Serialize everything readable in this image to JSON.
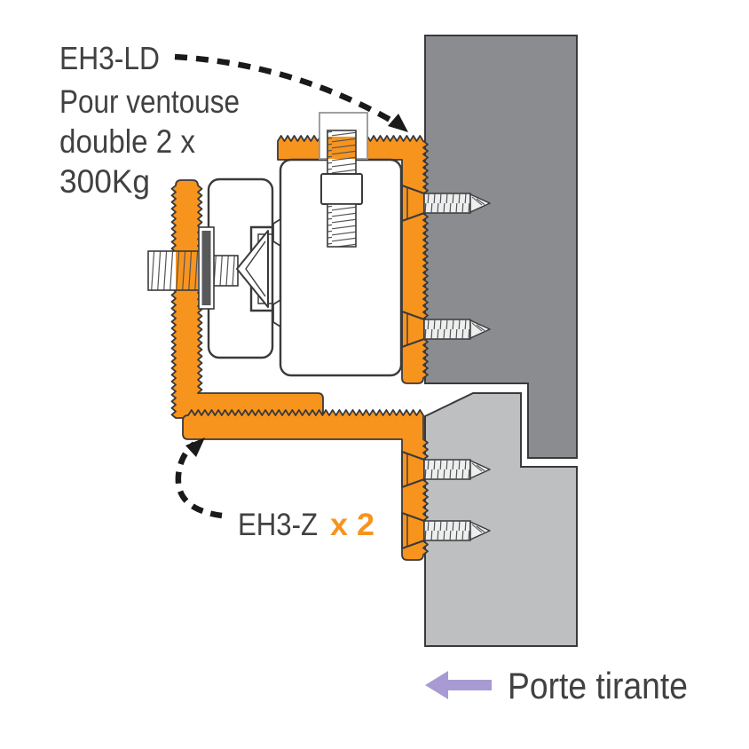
{
  "diagram": {
    "labels": {
      "bracket_top": "EH3-LD",
      "desc_line1": "Pour ventouse",
      "desc_line2": "double 2 x",
      "desc_line3": "300Kg",
      "bracket_bottom": "EH3-Z",
      "bracket_bottom_qty": "x 2",
      "door_direction": "Porte tirante"
    },
    "colors": {
      "bracket_orange": "#F7941E",
      "frame_gray": "#8A8C8F",
      "door_gray": "#BDBFC1",
      "washer_gray": "#58595B",
      "outline_dark": "#3A393B",
      "label_gray": "#414042",
      "leader_black": "#1A1A1A",
      "arrow_purple": "#A89BD3"
    }
  }
}
